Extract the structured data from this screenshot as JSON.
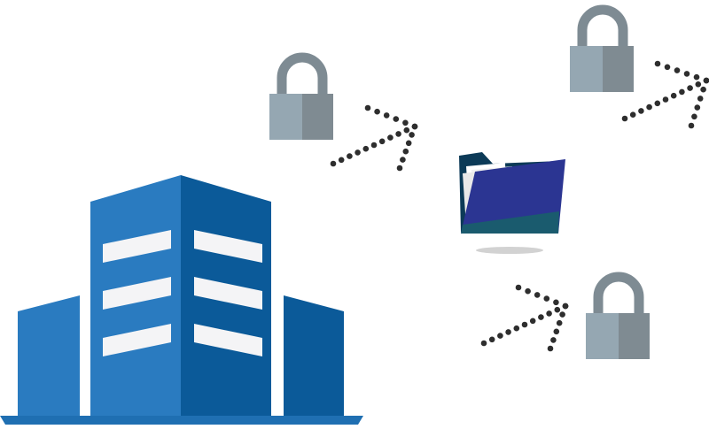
{
  "scene": {
    "kind": "illustration",
    "elements": [
      {
        "name": "office-building-icon",
        "colors": {
          "light": "#2a7bc0",
          "dark": "#0b5a99",
          "window": "#f4f4f6"
        }
      },
      {
        "name": "padlock-icon",
        "count": 3,
        "colors": {
          "shackle": "#7e8b93",
          "body_light": "#95a7b2",
          "body_dark": "#7f8b92"
        }
      },
      {
        "name": "folder-icon",
        "colors": {
          "front": "#2b3592",
          "back": "#0c3a57",
          "teal": "#1a5b6e",
          "paper": "#ffffff",
          "shadow": "#d2d2d2"
        }
      },
      {
        "name": "dotted-arrow-icon",
        "count": 3,
        "color": "#2e2e2e"
      }
    ]
  }
}
